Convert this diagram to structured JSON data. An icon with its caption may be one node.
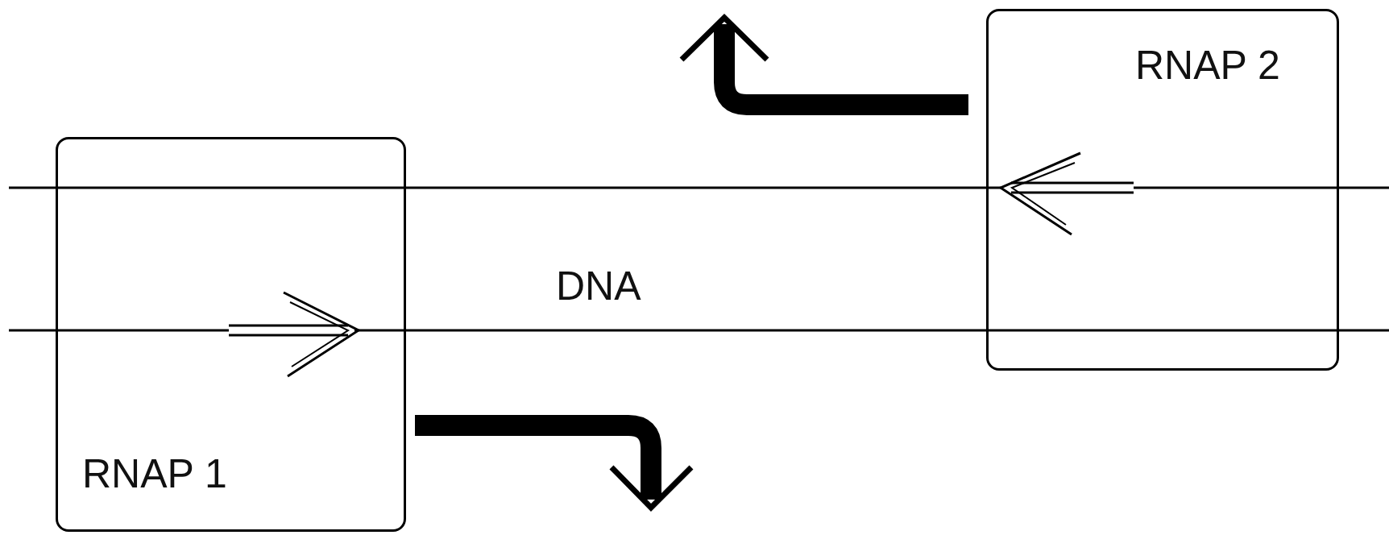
{
  "diagram": {
    "nodes": [
      {
        "text": [
          "RNAP 1"
        ]
      },
      {
        "text": [
          "RNAP 2"
        ]
      }
    ],
    "labels": [
      "DNA"
    ]
  }
}
